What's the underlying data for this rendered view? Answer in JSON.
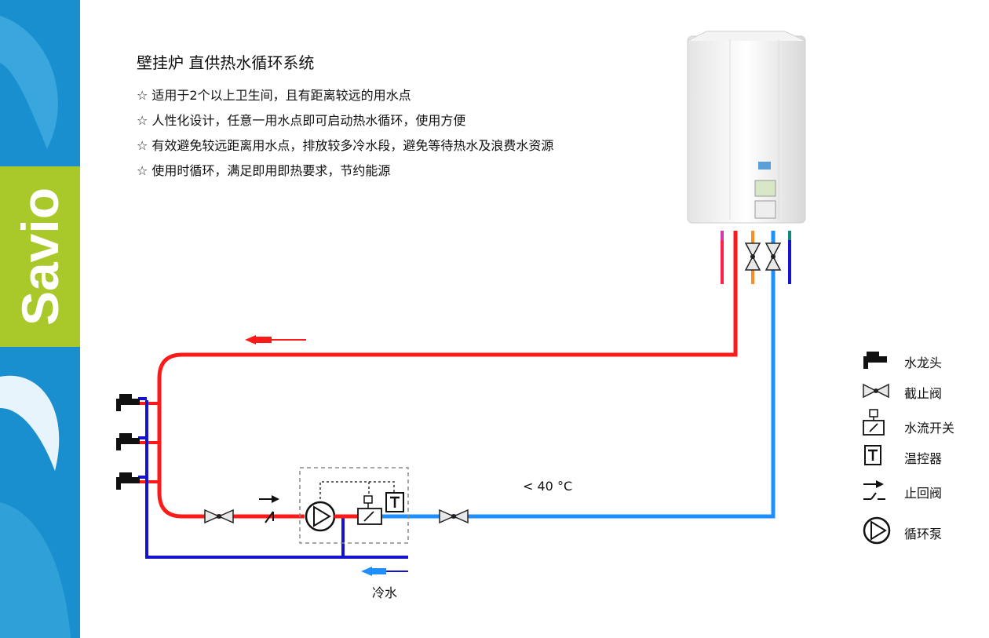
{
  "brand": {
    "name": "Savio",
    "colors": {
      "blue": "#1a8fcf",
      "green": "#a9c92a"
    }
  },
  "title": "壁挂炉 直供热水循环系统",
  "bullets": [
    "☆ 适用于2个以上卫生间，且有距离较远的用水点",
    "☆ 人性化设计，任意一用水点即可启动热水循环，使用方便",
    "☆ 有效避免较远距离用水点，排放较多冷水段，避免等待热水及浪费水资源",
    "☆ 使用时循环，满足即用即热要求，节约能源"
  ],
  "diagram": {
    "temperature_label": "< 40 °C",
    "cold_water_label": "冷水",
    "pipe_colors": {
      "hot": "#ff1a1a",
      "return": "#1f8fff",
      "cold": "#1414d0"
    }
  },
  "legend": [
    {
      "icon": "faucet-icon",
      "label": "水龙头"
    },
    {
      "icon": "shutoff-valve-icon",
      "label": "截止阀"
    },
    {
      "icon": "flow-switch-icon",
      "label": "水流开关"
    },
    {
      "icon": "thermostat-icon",
      "label": "温控器"
    },
    {
      "icon": "check-valve-icon",
      "label": "止回阀"
    },
    {
      "icon": "circulation-pump-icon",
      "label": "循环泵"
    }
  ]
}
